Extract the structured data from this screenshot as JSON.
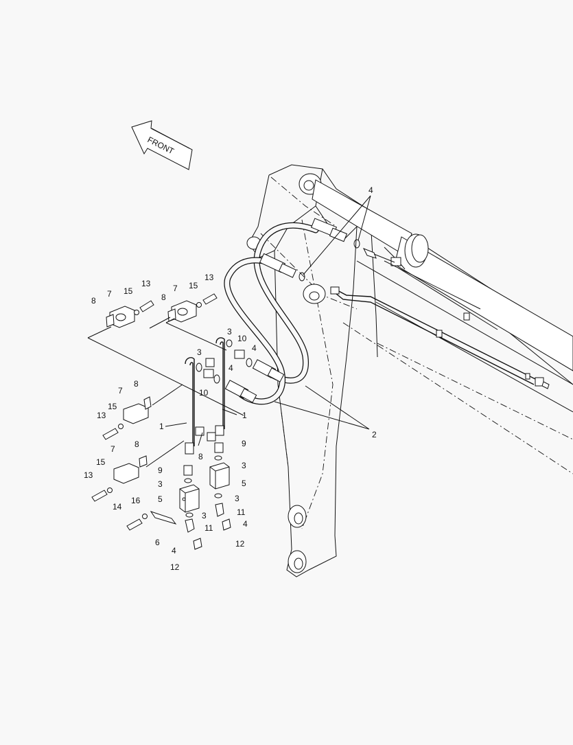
{
  "diagram": {
    "front_label": "FRONT",
    "callouts": [
      {
        "id": "c-4-top",
        "text": "4"
      },
      {
        "id": "c-2",
        "text": "2"
      },
      {
        "id": "c-13-a",
        "text": "13"
      },
      {
        "id": "c-15-a",
        "text": "15"
      },
      {
        "id": "c-7-a",
        "text": "7"
      },
      {
        "id": "c-8-a",
        "text": "8"
      },
      {
        "id": "c-13-b",
        "text": "13"
      },
      {
        "id": "c-15-b",
        "text": "15"
      },
      {
        "id": "c-7-b",
        "text": "7"
      },
      {
        "id": "c-8-b",
        "text": "8"
      },
      {
        "id": "c-3-a",
        "text": "3"
      },
      {
        "id": "c-10-a",
        "text": "10"
      },
      {
        "id": "c-4-a",
        "text": "4"
      },
      {
        "id": "c-3-b",
        "text": "3"
      },
      {
        "id": "c-4-b",
        "text": "4"
      },
      {
        "id": "c-10-b",
        "text": "10"
      },
      {
        "id": "c-1-a",
        "text": "1"
      },
      {
        "id": "c-1-b",
        "text": "1"
      },
      {
        "id": "c-7-c",
        "text": "7"
      },
      {
        "id": "c-8-c",
        "text": "8"
      },
      {
        "id": "c-15-c",
        "text": "15"
      },
      {
        "id": "c-13-c",
        "text": "13"
      },
      {
        "id": "c-8-d",
        "text": "8"
      },
      {
        "id": "c-8-e",
        "text": "8"
      },
      {
        "id": "c-9-a",
        "text": "9"
      },
      {
        "id": "c-3-c",
        "text": "3"
      },
      {
        "id": "c-7-d",
        "text": "7"
      },
      {
        "id": "c-15-d",
        "text": "15"
      },
      {
        "id": "c-13-d",
        "text": "13"
      },
      {
        "id": "c-9-b",
        "text": "9"
      },
      {
        "id": "c-3-d",
        "text": "3"
      },
      {
        "id": "c-5-a",
        "text": "5"
      },
      {
        "id": "c-5-b",
        "text": "5"
      },
      {
        "id": "c-3-e",
        "text": "3"
      },
      {
        "id": "c-16",
        "text": "16"
      },
      {
        "id": "c-14",
        "text": "14"
      },
      {
        "id": "c-3-f",
        "text": "3"
      },
      {
        "id": "c-11-a",
        "text": "11"
      },
      {
        "id": "c-4-c",
        "text": "4"
      },
      {
        "id": "c-11-b",
        "text": "11"
      },
      {
        "id": "c-6",
        "text": "6"
      },
      {
        "id": "c-12-a",
        "text": "12"
      },
      {
        "id": "c-4-d",
        "text": "4"
      },
      {
        "id": "c-12-b",
        "text": "12"
      }
    ]
  }
}
